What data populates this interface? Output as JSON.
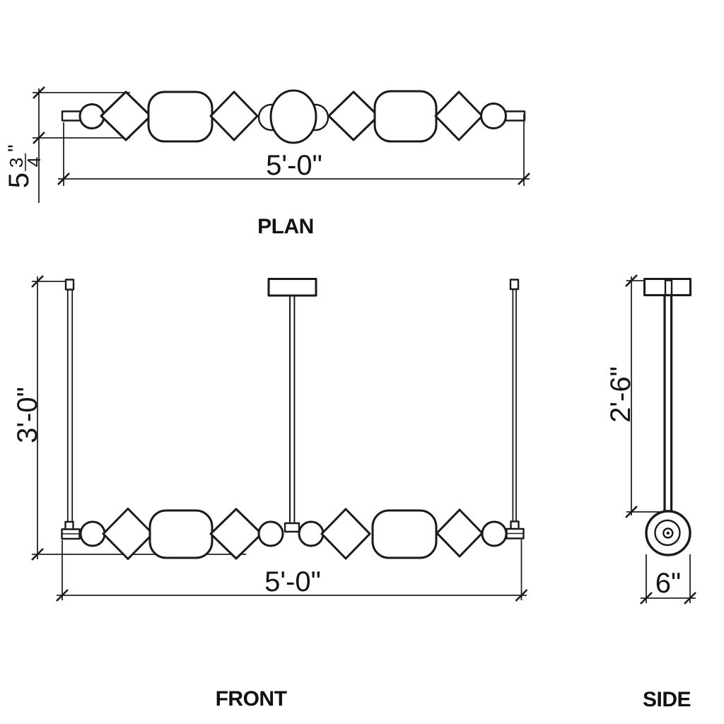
{
  "meta": {
    "background": "#ffffff",
    "line_color": "#1a1a1a",
    "drawing_type": "lighting fixture dimension drawing"
  },
  "views": {
    "plan": {
      "title": "PLAN",
      "width_dim": "5'-0\"",
      "depth_dim": {
        "whole": "5",
        "numerator": "3",
        "denominator": "4",
        "unit": "\""
      }
    },
    "front": {
      "title": "FRONT",
      "height_dim": "3'-0\"",
      "width_dim": "5'-0\""
    },
    "side": {
      "title": "SIDE",
      "drop_dim": "2'-6\"",
      "diameter_dim": "6\""
    }
  }
}
